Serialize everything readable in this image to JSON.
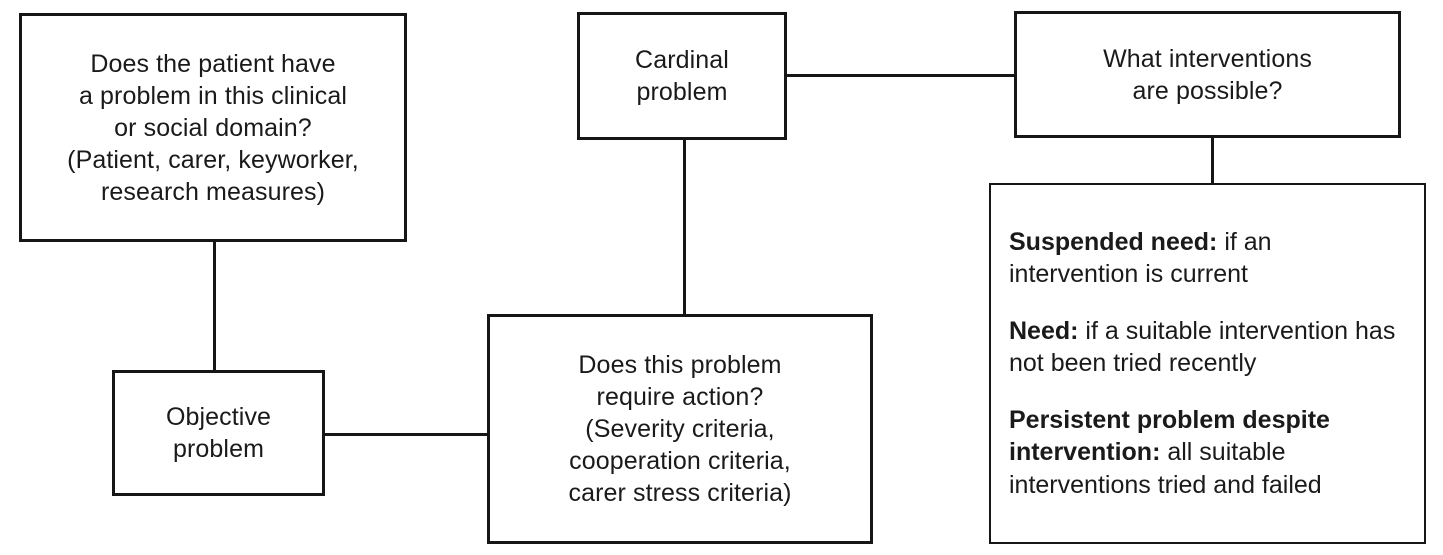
{
  "diagram": {
    "title": "Clinical needs assessment decision flowchart",
    "background_color": "#ffffff",
    "line_color": "#161616",
    "text_color": "#1a1a1a"
  },
  "nodes": {
    "patient_problem": {
      "name": "patient-problem-question",
      "lines": [
        "Does the patient have",
        "a problem in this clinical",
        "or social domain?",
        "(Patient, carer, keyworker,",
        "research measures)"
      ]
    },
    "cardinal_problem": {
      "name": "cardinal-problem",
      "lines": [
        "Cardinal",
        "problem"
      ]
    },
    "interventions": {
      "name": "interventions-question",
      "lines": [
        "What interventions",
        "are possible?"
      ]
    },
    "objective_problem": {
      "name": "objective-problem",
      "lines": [
        "Objective",
        "problem"
      ]
    },
    "require_action": {
      "name": "require-action-question",
      "lines": [
        "Does this problem",
        "require action?",
        "(Severity criteria,",
        "cooperation criteria,",
        "carer stress criteria)"
      ]
    },
    "outcomes": {
      "name": "intervention-outcomes",
      "items": [
        {
          "label": "Suspended need:",
          "text": " if an intervention is current"
        },
        {
          "label": "Need:",
          "text": " if a suitable intervention has not been tried recently"
        },
        {
          "label": "Persistent problem despite intervention:",
          "text": " all suitable interventions tried and failed"
        }
      ]
    }
  },
  "connectors": [
    {
      "name": "cardinal-to-interventions",
      "orientation": "horizontal"
    },
    {
      "name": "cardinal-to-require-action",
      "orientation": "vertical"
    },
    {
      "name": "interventions-to-outcomes",
      "orientation": "vertical"
    },
    {
      "name": "patient-problem-to-objective-problem",
      "orientation": "vertical"
    },
    {
      "name": "objective-problem-to-require-action",
      "orientation": "horizontal"
    }
  ]
}
